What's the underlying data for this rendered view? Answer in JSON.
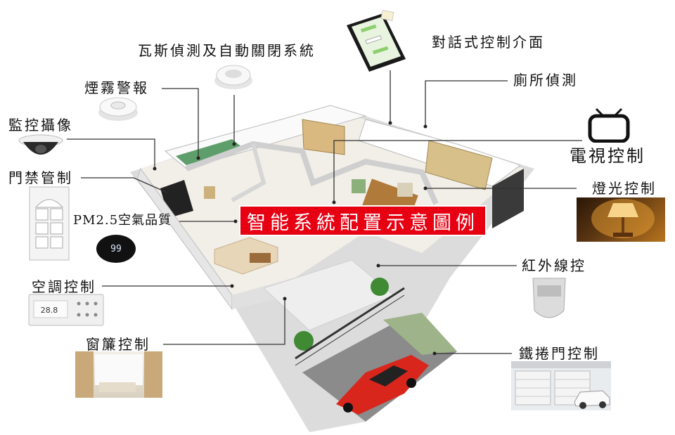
{
  "title": "智能系統配置示意圖例",
  "labels": {
    "gas": "瓦斯偵測及自動關閉系統",
    "dialog": "對話式控制介面",
    "smoke": "煙霧警報",
    "toilet": "廁所偵測",
    "camera": "監控攝像",
    "tv": "電視控制",
    "door": "門禁管制",
    "light": "燈光控制",
    "pm25": "PM2.5空氣品質",
    "ir": "紅外線控",
    "ac": "空調控制",
    "curtain": "窗簾控制",
    "gate": "鐵捲門控制"
  },
  "devices": {
    "pm25_display": "99",
    "thermostat_display": "28.8"
  },
  "colors": {
    "title_bg": "#e60012",
    "title_text": "#ffffff",
    "label_text": "#111111",
    "line": "#333333",
    "car": "#d9261c",
    "floor": "#f2efe9"
  }
}
